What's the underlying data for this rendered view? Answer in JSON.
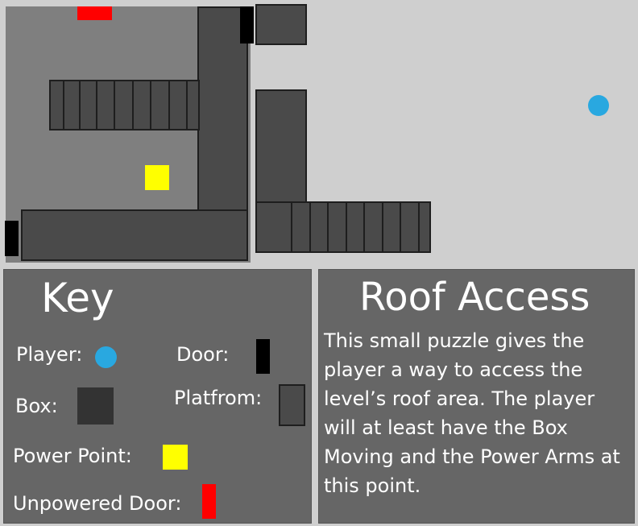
{
  "key": {
    "title": "Key",
    "player_label": "Player:",
    "door_label": "Door:",
    "box_label": "Box:",
    "platform_label": "Platfrom:",
    "power_point_label": "Power Point:",
    "unpowered_door_label": "Unpowered Door:"
  },
  "info": {
    "title": "Roof Access",
    "description": "This small puzzle gives the player a way to access the level’s roof area. The player will at least have the Box Moving and the Power Arms at this point."
  },
  "colors": {
    "background": "#cfcfcf",
    "room": "#7f7f7f",
    "platform": "#4a4a4a",
    "door": "#000000",
    "unpowered_door": "#ff0000",
    "power_point": "#ffff00",
    "player": "#29a8e0",
    "box": "#333333",
    "panel": "#666666"
  }
}
